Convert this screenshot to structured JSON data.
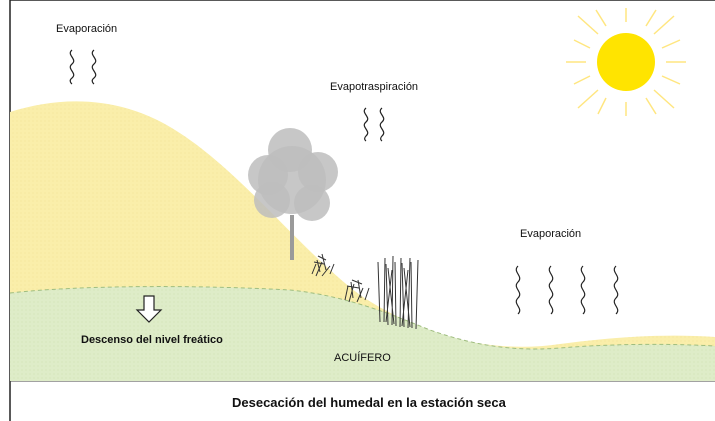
{
  "labels": {
    "evaporation_left": "Evaporación",
    "evapotranspiration": "Evapotraspiración",
    "evaporation_right": "Evaporación",
    "water_table_drop": "Descenso del nivel freático",
    "aquifer": "ACUÍFERO",
    "caption": "Desecación del humedal en la estación seca"
  },
  "colors": {
    "sun": "#ffe400",
    "sun_rays": "#ffe680",
    "soil": "#faeeaa",
    "aquifer": "#deecc8",
    "tree": "#bdbdbd",
    "reeds": "#333333",
    "frame": "#222222"
  },
  "icons": {
    "sun": "sun-icon",
    "down_arrow": "arrow-down-icon",
    "vapor": "wavy-vapor-icon"
  }
}
